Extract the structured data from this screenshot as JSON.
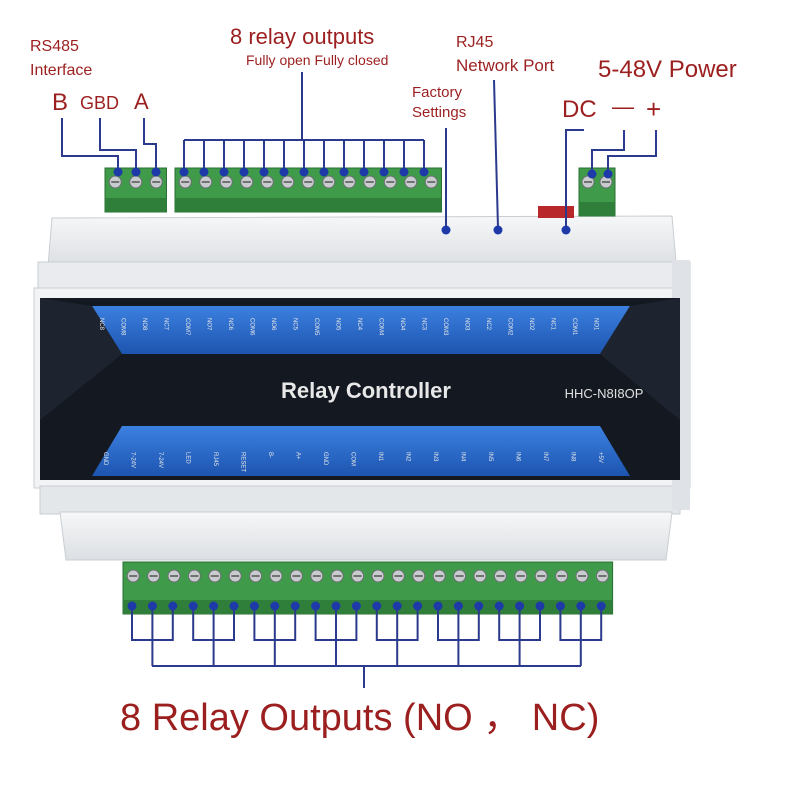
{
  "labels": {
    "rs485_line1": "RS485",
    "rs485_line2": "Interface",
    "pin_b": "B",
    "pin_gbd": "GBD",
    "pin_a": "A",
    "relay_top": "8 relay outputs",
    "relay_top_sub": "Fully open Fully closed",
    "rj45_line1": "RJ45",
    "rj45_line2": "Network Port",
    "factory_line1": "Factory",
    "factory_line2": "Settings",
    "power": "5-48V Power",
    "dc": "DC",
    "dc_minus": "—",
    "dc_plus": "+",
    "bottom": "8 Relay Outputs (NO ，  NC)"
  },
  "device": {
    "name": "Relay Controller",
    "model": "HHC-N8I8OP",
    "top_pins": [
      "NC8",
      "COM8",
      "NO8",
      "NC7",
      "COM7",
      "NO7",
      "NC6",
      "COM6",
      "NO6",
      "NC5",
      "COM5",
      "NO5",
      "NC4",
      "COM4",
      "NO4",
      "NC3",
      "COM3",
      "NO3",
      "NC2",
      "COM2",
      "NO2",
      "NC1",
      "COM1",
      "NO1"
    ],
    "bottom_pins": [
      "GND",
      "7-24V",
      "7-24V",
      "LED",
      "RJ45",
      "RESET",
      "B-",
      "A+",
      "GND",
      "COM",
      "IN1",
      "IN2",
      "IN3",
      "IN4",
      "IN5",
      "IN6",
      "IN7",
      "IN8",
      "+5V"
    ]
  },
  "colors": {
    "label_red": "#9c1f1f",
    "leader_blue": "#2b3a8c",
    "terminal_green": "#3f9a4a",
    "panel_blue": "#2f6fd0",
    "panel_dark": "#141820",
    "housing": "#eef0f2"
  }
}
